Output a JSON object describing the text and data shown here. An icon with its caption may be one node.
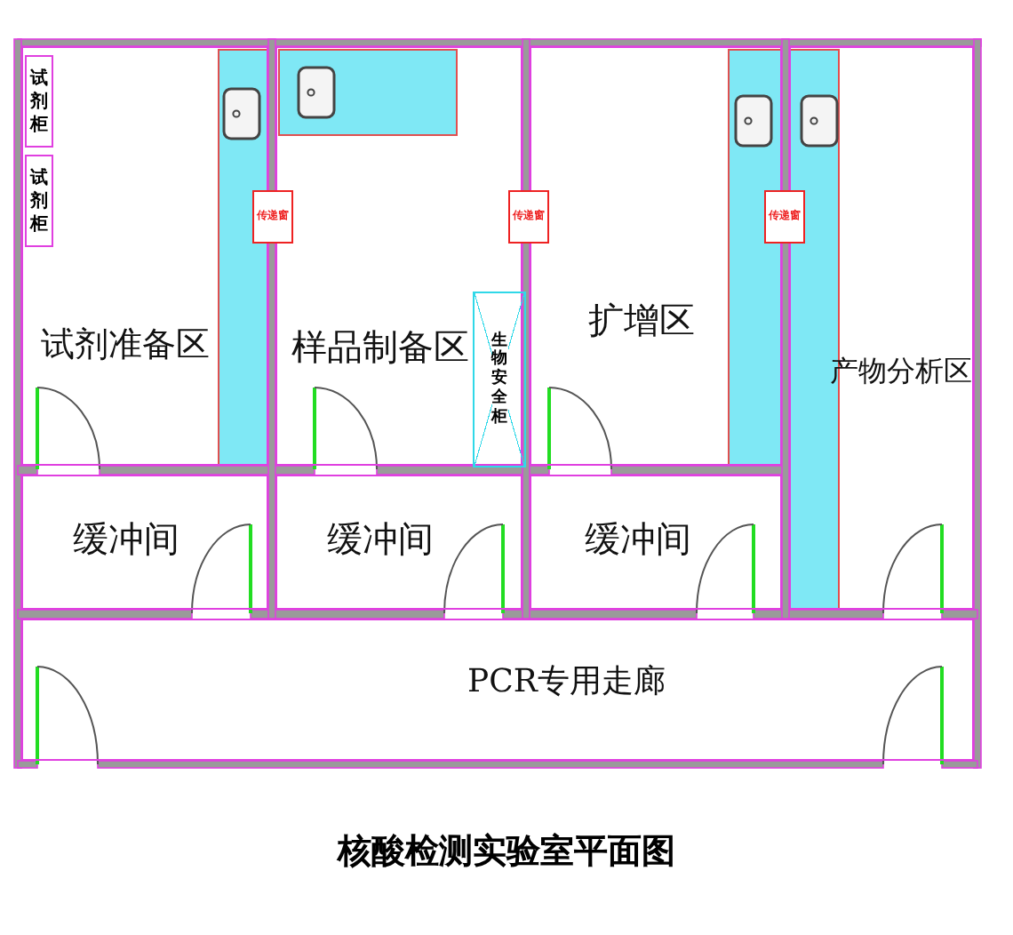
{
  "diagram": {
    "title": "核酸检测实验室平面图",
    "nodes": [
      {
        "text": [
          "试剂准备区"
        ]
      },
      {
        "text": [
          "样品制备区"
        ]
      },
      {
        "text": [
          "扩增区"
        ]
      },
      {
        "text": [
          "产物分析区"
        ]
      },
      {
        "text": [
          "缓冲间"
        ]
      },
      {
        "text": [
          "缓冲间"
        ]
      },
      {
        "text": [
          "缓冲间"
        ]
      },
      {
        "text": [
          "PCR专用走廊"
        ]
      },
      {
        "text": [
          "试剂柜"
        ],
        "in": 0
      },
      {
        "text": [
          "试剂柜"
        ],
        "in": 0
      },
      {
        "text": [
          "生物安全柜"
        ],
        "in": 1
      },
      {
        "text": [
          "传递窗"
        ]
      },
      {
        "text": [
          "传递窗"
        ]
      },
      {
        "text": [
          "传递窗"
        ]
      }
    ]
  }
}
